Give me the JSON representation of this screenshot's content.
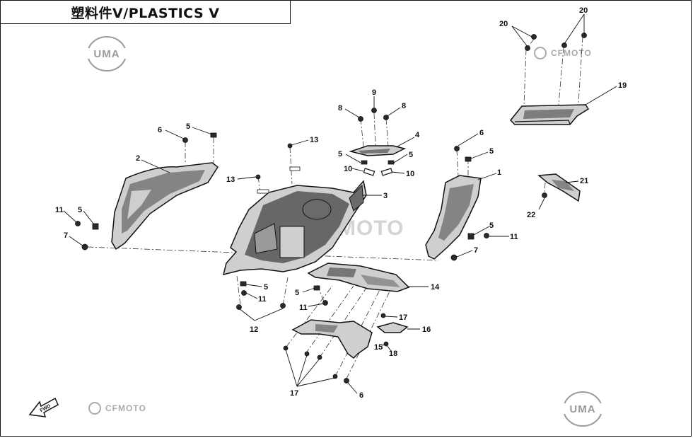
{
  "title": "塑料件Ⅴ/PLASTICS Ⅴ",
  "logos": {
    "uma_top": "UMA",
    "uma_bottom": "UMA",
    "cfmoto_top": "CFMOTO",
    "cfmoto_bottom": "CFMOTO",
    "watermark_center": "MOTO",
    "fwd_badge": "FWD"
  },
  "colors": {
    "line": "#111111",
    "part_fill": "#cfcfcf",
    "part_dark": "#3a3a3a",
    "logo_gray": "#9a9a9a"
  },
  "callouts": [
    {
      "id": "c20a",
      "text": "20"
    },
    {
      "id": "c20b",
      "text": "20"
    },
    {
      "id": "c19",
      "text": "19"
    },
    {
      "id": "c9",
      "text": "9"
    },
    {
      "id": "c8a",
      "text": "8"
    },
    {
      "id": "c8b",
      "text": "8"
    },
    {
      "id": "c4",
      "text": "4"
    },
    {
      "id": "c5a",
      "text": "5"
    },
    {
      "id": "c5b",
      "text": "5"
    },
    {
      "id": "c10a",
      "text": "10"
    },
    {
      "id": "c10b",
      "text": "10"
    },
    {
      "id": "c13a",
      "text": "13"
    },
    {
      "id": "c13b",
      "text": "13"
    },
    {
      "id": "c3",
      "text": "3"
    },
    {
      "id": "c6a",
      "text": "6"
    },
    {
      "id": "c5c",
      "text": "5"
    },
    {
      "id": "c2",
      "text": "2"
    },
    {
      "id": "c11a",
      "text": "11"
    },
    {
      "id": "c5d",
      "text": "5"
    },
    {
      "id": "c7a",
      "text": "7"
    },
    {
      "id": "c6b",
      "text": "6"
    },
    {
      "id": "c5e",
      "text": "5"
    },
    {
      "id": "c1",
      "text": "1"
    },
    {
      "id": "c21",
      "text": "21"
    },
    {
      "id": "c22",
      "text": "22"
    },
    {
      "id": "c5f",
      "text": "5"
    },
    {
      "id": "c11b",
      "text": "11"
    },
    {
      "id": "c7b",
      "text": "7"
    },
    {
      "id": "c5g",
      "text": "5"
    },
    {
      "id": "c11c",
      "text": "11"
    },
    {
      "id": "c12",
      "text": "12"
    },
    {
      "id": "c5h",
      "text": "5"
    },
    {
      "id": "c11d",
      "text": "11"
    },
    {
      "id": "c14",
      "text": "14"
    },
    {
      "id": "c17a",
      "text": "17"
    },
    {
      "id": "c16",
      "text": "16"
    },
    {
      "id": "c15",
      "text": "15"
    },
    {
      "id": "c18",
      "text": "18"
    },
    {
      "id": "c17b",
      "text": "17"
    },
    {
      "id": "c6c",
      "text": "6"
    }
  ]
}
